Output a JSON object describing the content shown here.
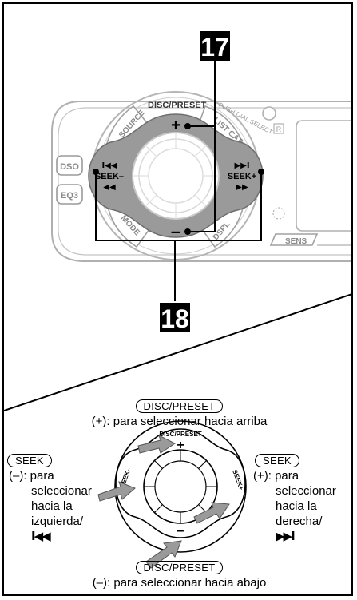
{
  "callouts": {
    "top": "17",
    "bottom": "18"
  },
  "stereo": {
    "buttons": {
      "disc_preset": "DISC/PRESET",
      "source": "SOURCE",
      "push_dial_select": "PUSH DIAL SELECT",
      "list_cat": "LIST CAT",
      "dso": "DSO",
      "eq3": "EQ3",
      "seek_minus": "SEEK–",
      "seek_plus": "SEEK+",
      "mode": "MODE",
      "dspl": "DSPL",
      "sens": "SENS",
      "plus": "+",
      "minus": "–",
      "prev_glyph": "I◀◀",
      "rew_glyph": "◀◀",
      "next_glyph": "▶▶I",
      "ff_glyph": "▶▶",
      "r_mark": "R"
    }
  },
  "instructions": {
    "up": {
      "button": "DISC/PRESET",
      "text": "(+): para seleccionar hacia arriba"
    },
    "down": {
      "button": "DISC/PRESET",
      "text": "(–): para seleccionar hacia abajo"
    },
    "left": {
      "button": "SEEK",
      "line1": "(–): para",
      "line2": "seleccionar",
      "line3": "hacia la",
      "line4": "izquierda/",
      "symbol": "I◀◀"
    },
    "right": {
      "button": "SEEK",
      "line1": "(+): para",
      "line2": "seleccionar",
      "line3": "hacia la",
      "line4": "derecha/",
      "symbol": "▶▶I"
    }
  },
  "small_control": {
    "disc_preset": "DISC/PRESET",
    "seek_minus": "SEEK–",
    "seek_plus": "SEEK+",
    "plus": "+",
    "minus": "–"
  },
  "colors": {
    "outline": "#000000",
    "panel_line": "#b0b0b0",
    "dpad_fill": "#9a9a9a",
    "arrow_fill": "#9a9a9a",
    "badge_bg": "#000000",
    "badge_text": "#ffffff"
  }
}
